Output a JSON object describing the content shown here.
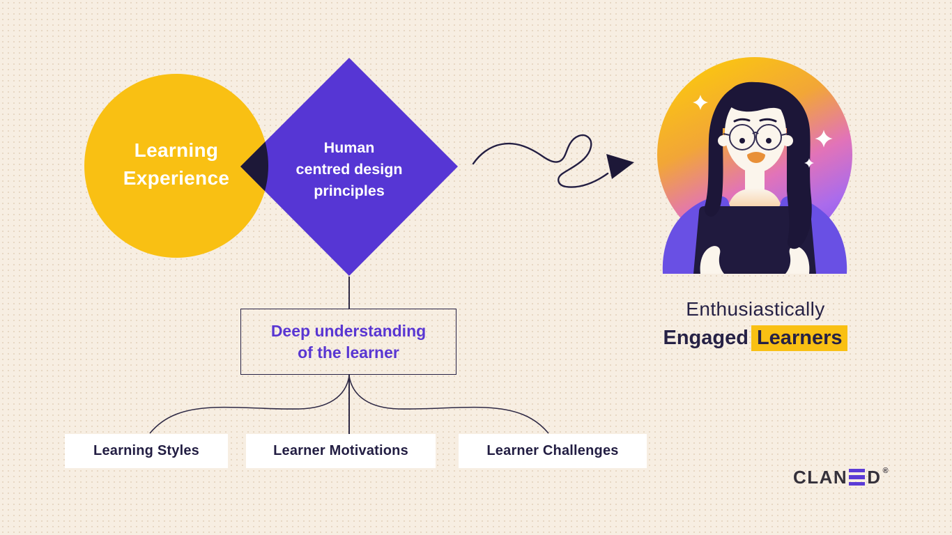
{
  "background": {
    "color": "#F7EEE2",
    "dot_color": "#E7D7C3"
  },
  "colors": {
    "circle_yellow": "#F9C013",
    "diamond_purple": "#5636D4",
    "overlap_navy": "#1D1838",
    "line_navy": "#2E2945",
    "text_purple": "#5936D2",
    "text_navy": "#221D42",
    "highlight_yellow": "#F9C013",
    "sweater_purple": "#6950E4",
    "logo_purple": "#5B3BD6"
  },
  "venn": {
    "circle": {
      "line1": "Learning",
      "line2": "Experience"
    },
    "diamond": {
      "line1": "Human",
      "line2": "centred design",
      "line3": "principles"
    }
  },
  "deep_box": {
    "line1": "Deep understanding",
    "line2": "of the learner"
  },
  "bottom_boxes": [
    "Learning Styles",
    "Learner Motivations",
    "Learner Challenges"
  ],
  "result": {
    "line1": "Enthusiastically",
    "line2_prefix": "Engaged",
    "line2_highlight": "Learners"
  },
  "logo": {
    "prefix": "CLAN",
    "suffix": "D",
    "registered": "®"
  },
  "icons": [
    "squiggle-arrow-icon",
    "arrowhead-icon",
    "sparkle-icon",
    "learner-illustration"
  ]
}
